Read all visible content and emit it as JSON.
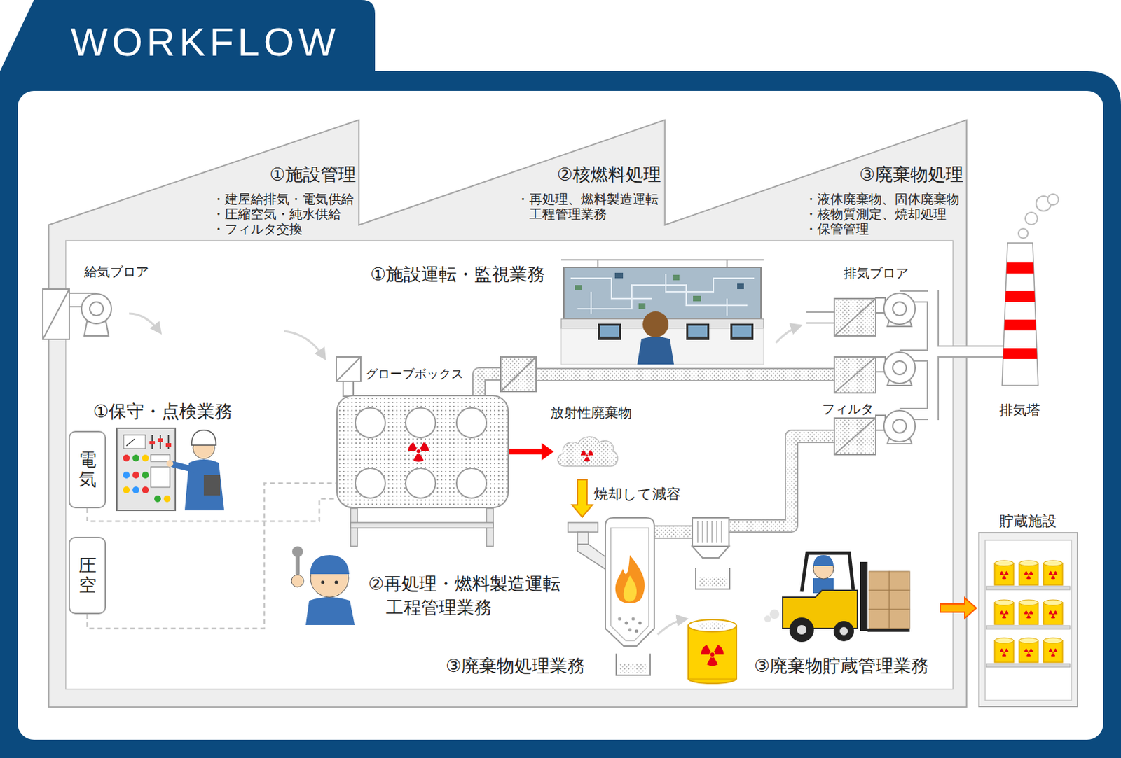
{
  "diagram": {
    "title": "WORKFLOW",
    "nodes": [
      {
        "text": [
          "電気"
        ]
      },
      {
        "text": [
          "圧空"
        ]
      },
      {
        "text": [
          "グローブボックス"
        ]
      },
      {
        "text": [
          "放射性廃棄物"
        ]
      },
      {
        "text": [
          "排気塔"
        ]
      },
      {
        "text": [
          "貯蔵施設"
        ]
      }
    ],
    "edges": [
      {
        "from": 0,
        "to": 2,
        "arrow": "none"
      },
      {
        "from": 1,
        "to": 2,
        "arrow": "none"
      },
      {
        "from": 2,
        "to": 3,
        "arrow": "to"
      }
    ],
    "labels": [
      "①施設管理",
      "・建屋給排気・電気供給",
      "・圧縮空気・純水供給",
      "・フィルタ交換",
      "②核燃料処理",
      "・再処理、燃料製造運転 工程管理業務",
      "③廃棄物処理",
      "・液体廃棄物、固体廃棄物",
      "・核物質測定、焼却処理",
      "・保管管理",
      "給気ブロア",
      "①施設運転・監視業務",
      "排気ブロア",
      "①保守・点検業務",
      "フィルタ",
      "焼却して減容",
      "②再処理・燃料製造運転 工程管理業務",
      "③廃棄物処理業務",
      "③廃棄物貯蔵管理業務"
    ]
  }
}
